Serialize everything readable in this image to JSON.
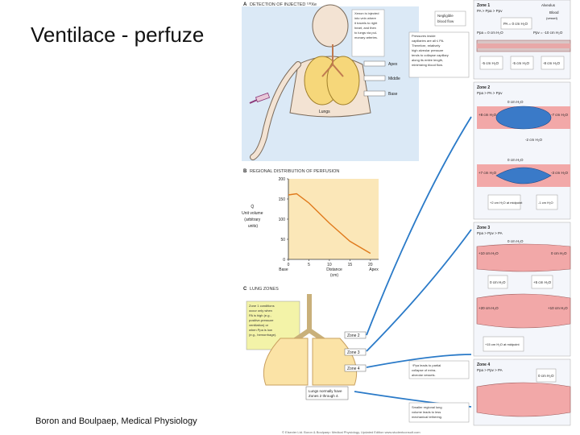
{
  "slide": {
    "title": "Ventilace - perfuze",
    "caption": "Boron and Boulpaep, Medical Physiology"
  },
  "figure": {
    "panelA": {
      "label": "A",
      "heading": "DETECTION OF INJECTED ¹³³Xe",
      "injection_note": "Xenon is injected into vein where it travels to right heart, and then to lungs via pulmonary arteries.",
      "lungs_label": "Lungs",
      "levels": [
        "Apex",
        "Middle",
        "Base"
      ],
      "negligible": "Negligible blood flow",
      "pressure_note": "Pressures inside capillaries are all ≤ PA. Therefore, relatively high alveolar pressure tends to collapse capillary along its entire length, minimizing blood flow."
    },
    "panelB": {
      "label": "B",
      "heading": "REGIONAL DISTRIBUTION OF PERFUSION",
      "ylabel_lines": [
        "Q̇",
        "Unit volume",
        "(arbitrary",
        "units)"
      ],
      "xlabel_lines": [
        "Distance",
        "(cm)"
      ],
      "xlabel_base": "Base",
      "xlabel_apex": "Apex"
    },
    "panelC": {
      "label": "C",
      "heading": "LUNG ZONES",
      "zone1_note": "Zone 1 conditions occur only when PA is high (e.g., positive-pressure ventilation) or when Ppa is low (e.g., hemorrhage).",
      "zone_labels": [
        "Zone 2",
        "Zone 3",
        "Zone 4"
      ],
      "footer_note": "Lungs normally have Zones 2 through 4.",
      "zone4_note": "Ppa leads to partial collapse of extra-alveolar vessels.",
      "smaller_note": "Smaller regional lung volume leads to less mechanical tethering."
    },
    "zones": {
      "zone1": {
        "title": "Zone 1",
        "relation": "PA > Ppa > Ppv",
        "alveolus": "Alveolus",
        "blood": "Blood",
        "vessel": "(vessel)",
        "pa_box": "PA = 0 cm H₂O",
        "ppa_left": "Ppa = 0 cm H₂O",
        "ppv_right": "Ppv = -10 cm H₂O",
        "boxes": [
          "-5 cm H₂O",
          "-5 cm H₂O",
          "-8 cm H₂O"
        ]
      },
      "zone2": {
        "title": "Zone 2",
        "relation": "Ppa > PA > Ppv",
        "top": "0 cm H₂O",
        "left": "+8 cm H₂O",
        "right": "-7 cm H₂O",
        "mid": "-2 cm H₂O",
        "top2": "0 cm H₂O",
        "left2": "+7 cm H₂O",
        "right2": "-3 cm H₂O",
        "mid_left": "+2 cm H₂O at midpoint",
        "mid_right": "-1 cm H₂O"
      },
      "zone3": {
        "title": "Zone 3",
        "relation": "Ppa > Ppv > PA",
        "top": "0 cm H₂O",
        "left": "+10 cm H₂O",
        "right": "0 cm H₂O",
        "a": "0 cm H₂O",
        "b": "+5 cm H₂O",
        "left2": "+20 cm H₂O",
        "right2": "+10 cm H₂O",
        "mid": "+15 cm H₂O at midpoint"
      },
      "zone4": {
        "title": "Zone 4",
        "relation": "Ppa > Ppv > PA",
        "box": "0 cm H₂O"
      }
    },
    "credit": "© Elsevier Ltd. Boron & Boulpaep: Medical Physiology, Updated Edition   www.studentconsult.com"
  },
  "chart_data": {
    "type": "line",
    "x": [
      0,
      2,
      5,
      10,
      15,
      20
    ],
    "y": [
      160,
      163,
      140,
      90,
      45,
      15
    ],
    "xticks": [
      "0",
      "5",
      "10",
      "15",
      "20"
    ],
    "yticks": [
      "0",
      "50",
      "100",
      "150",
      "200"
    ],
    "xlim": [
      0,
      22
    ],
    "ylim": [
      0,
      200
    ],
    "grid": false,
    "colors": {
      "line": "#e07a1c",
      "background": "#fbe7b8"
    }
  }
}
